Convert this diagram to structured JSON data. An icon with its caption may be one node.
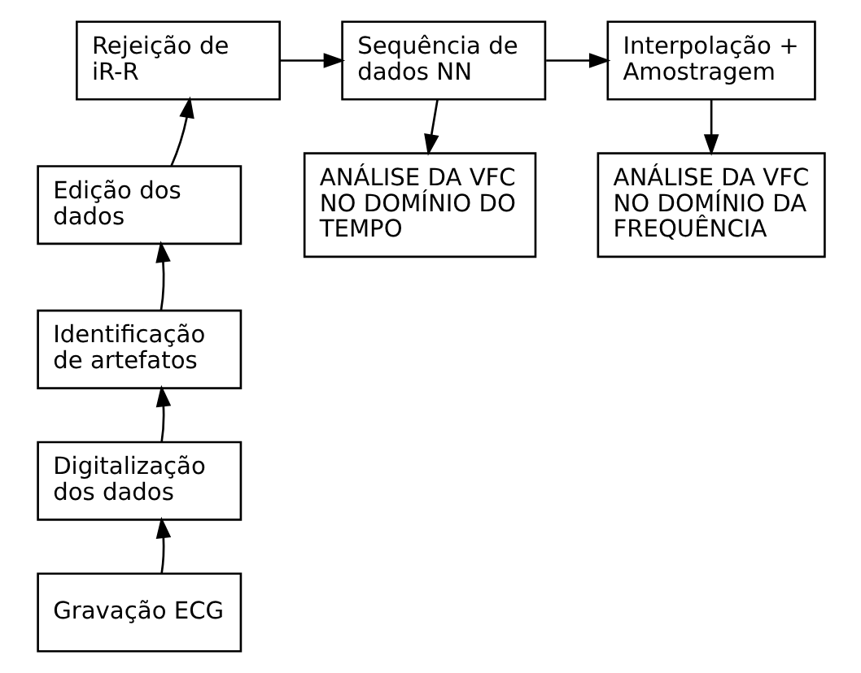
{
  "diagram": {
    "nodes": [
      {
        "text": [
          "Rejeição de iR-R"
        ]
      },
      {
        "text": [
          "Sequência de dados NN"
        ]
      },
      {
        "text": [
          "Interpolação + Amostragem"
        ]
      },
      {
        "text": [
          "Edição dos dados"
        ]
      },
      {
        "text": [
          "Identificação de artefatos"
        ]
      },
      {
        "text": [
          "Digitalização dos dados"
        ]
      },
      {
        "text": [
          "Gravação ECG"
        ]
      },
      {
        "text": [
          "ANÁLISE DA VFC NO DOMÍNIO DO TEMPO"
        ]
      },
      {
        "text": [
          "ANÁLISE DA VFC NO DOMÍNIO DA FREQUÊNCIA"
        ]
      }
    ],
    "edges": [
      {
        "from": 6,
        "to": 5,
        "arrow": "to"
      },
      {
        "from": 5,
        "to": 4,
        "arrow": "to"
      },
      {
        "from": 4,
        "to": 3,
        "arrow": "to"
      },
      {
        "from": 3,
        "to": 0,
        "arrow": "to"
      },
      {
        "from": 0,
        "to": 1,
        "arrow": "to"
      },
      {
        "from": 1,
        "to": 2,
        "arrow": "to"
      },
      {
        "from": 1,
        "to": 7,
        "arrow": "to"
      },
      {
        "from": 2,
        "to": 8,
        "arrow": "to"
      }
    ]
  }
}
